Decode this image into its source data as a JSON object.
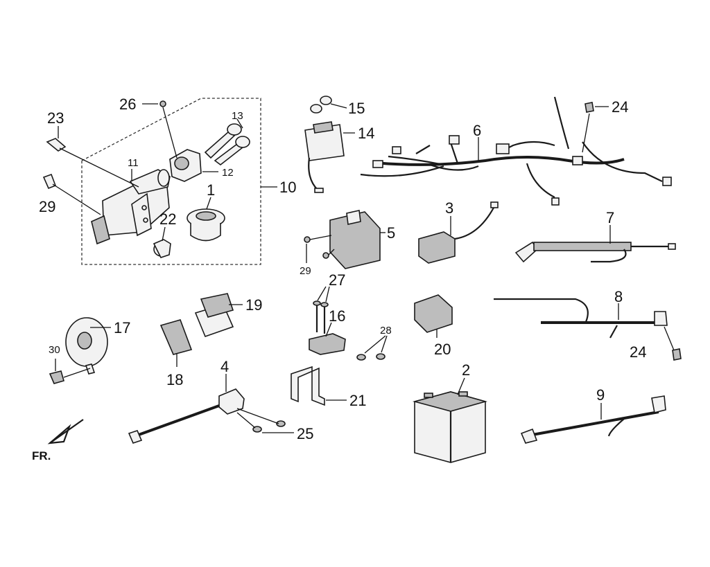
{
  "callouts": {
    "c1": "1",
    "c2": "2",
    "c3": "3",
    "c4": "4",
    "c5": "5",
    "c6": "6",
    "c7": "7",
    "c8": "8",
    "c9": "9",
    "c10": "10",
    "c11": "11",
    "c12": "12",
    "c13": "13",
    "c14": "14",
    "c15": "15",
    "c16": "16",
    "c17": "17",
    "c18": "18",
    "c19": "19",
    "c20": "20",
    "c21": "21",
    "c22": "22",
    "c23": "23",
    "c24a": "24",
    "c24b": "24",
    "c25": "25",
    "c26": "26",
    "c27": "27",
    "c28": "28",
    "c29a": "29",
    "c29b": "29",
    "c30": "30"
  },
  "direction": {
    "label": "FR."
  }
}
